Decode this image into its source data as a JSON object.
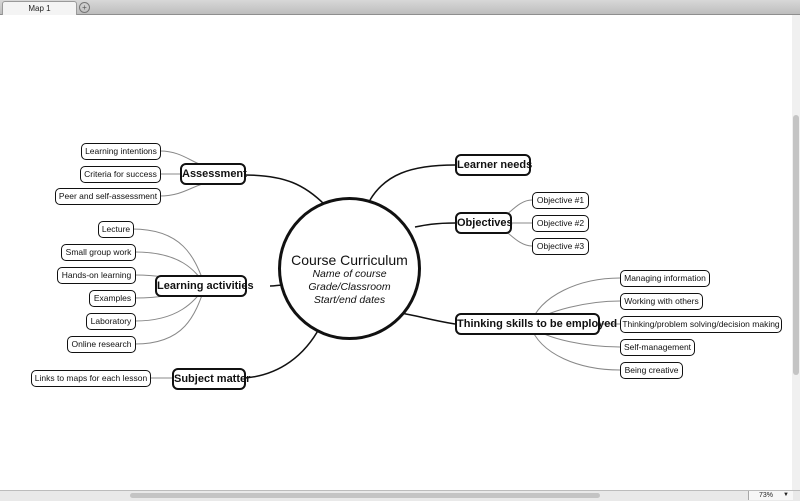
{
  "tabs": [
    {
      "label": "Map 1"
    }
  ],
  "center": {
    "title": "Course Curriculum",
    "lines": [
      "Name of course",
      "Grade/Classroom",
      "Start/end dates"
    ]
  },
  "topics": {
    "assessment": {
      "label": "Assessment",
      "subtopics": [
        "Learning intentions",
        "Criteria for success",
        "Peer and self-assessment"
      ]
    },
    "learning_activities": {
      "label": "Learning activities",
      "subtopics": [
        "Lecture",
        "Small group work",
        "Hands-on learning",
        "Examples",
        "Laboratory",
        "Online research"
      ]
    },
    "subject_matter": {
      "label": "Subject matter",
      "subtopics": [
        "Links to maps for each lesson"
      ]
    },
    "learner_needs": {
      "label": "Learner needs",
      "subtopics": []
    },
    "objectives": {
      "label": "Objectives",
      "subtopics": [
        "Objective #1",
        "Objective #2",
        "Objective #3"
      ]
    },
    "thinking_skills": {
      "label": "Thinking skills to be employed",
      "subtopics": [
        "Managing information",
        "Working with others",
        "Thinking/problem solving/decision making",
        "Self-management",
        "Being creative"
      ]
    }
  },
  "status": {
    "zoom": "73%"
  }
}
